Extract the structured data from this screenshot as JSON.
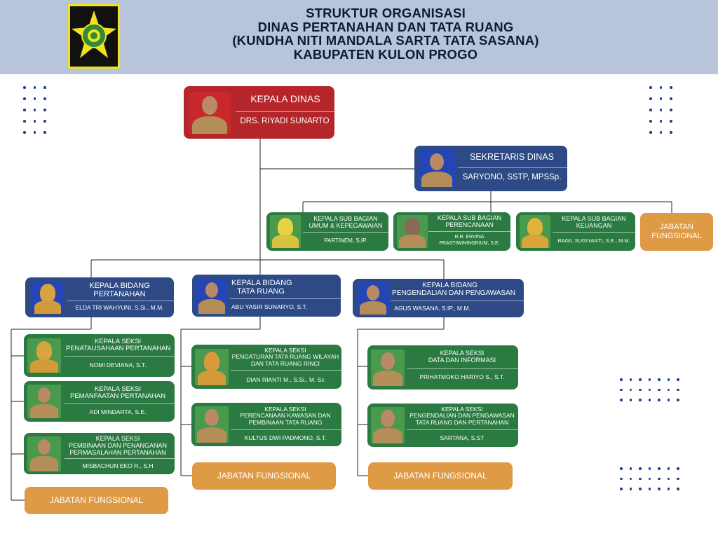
{
  "header": {
    "title_lines": [
      "STRUKTUR ORGANISASI",
      "DINAS PERTANAHAN DAN TATA RUANG",
      "(KUNDHA NITI MANDALA SARTA TATA SASANA)",
      "KABUPATEN KULON PROGO"
    ]
  },
  "kepala_dinas": {
    "title": "KEPALA DINAS",
    "name": "DRS. RIYADI SUNARTO"
  },
  "sekretaris": {
    "title": "SEKRETARIS DINAS",
    "name": "SARYONO, SSTP, MPSSp."
  },
  "subbag": [
    {
      "title": [
        "KEPALA SUB BAGIAN",
        "UMUM & KEPEGAWAIAN"
      ],
      "name": [
        "PARTINEM, S.IP."
      ]
    },
    {
      "title": [
        "KEPALA SUB BAGIAN",
        "PERENCANAAN"
      ],
      "name": [
        "R.R. ERVINA",
        "PRASTIWININGRIUM, S.E."
      ]
    },
    {
      "title": [
        "KEPALA SUB BAGIAN",
        "KEUANGAN"
      ],
      "name": [
        "RAGIL SUGIYANTI, S.E., M.M."
      ]
    }
  ],
  "jabatan_fungsional_sekretariat": [
    "JABATAN",
    "FUNGSIONAL"
  ],
  "bidang": [
    {
      "title": [
        "KEPALA BIDANG",
        "PERTANAHAN"
      ],
      "name": "ELDA TRI WAHYUNI, S.Si., M.M."
    },
    {
      "title": [
        "KEPALA BIDANG",
        "TATA RUANG"
      ],
      "name": "ABU YASIR SUNARYO, S.T."
    },
    {
      "title": [
        "KEPALA BIDANG",
        "PENGENDALIAN DAN PENGAWASAN"
      ],
      "name": "AGUS WASANA, S.IP., M.M."
    }
  ],
  "seksi_pertanahan": [
    {
      "title": [
        "KEPALA SEKSI",
        "PENATAUSAHAAN PERTANAHAN"
      ],
      "name": "NOMI DEVIANA, S.T."
    },
    {
      "title": [
        "KEPALA SEKSI",
        "PEMANFAATAN PERTANAHAN"
      ],
      "name": "ADI MINDARTA, S.E."
    },
    {
      "title": [
        "KEPALA SEKSI",
        "PEMBINAAN DAN PENANGANAN",
        "PERMASALAHAN PERTANAHAN"
      ],
      "name": "MISBACHUN EKO R., S.H"
    }
  ],
  "seksi_tata_ruang": [
    {
      "title": [
        "KEPALA SEKSI",
        "PENGATURAN TATA RUANG WILAYAH",
        "DAN  TATA RUANG RINCI"
      ],
      "name": "DIAN RIANTI M., S.Si., M. Sc"
    },
    {
      "title": [
        "KEPALA SEKSI",
        "PERENCANAAN KAWASAN DAN",
        "PEMBINAAN TATA RUANG"
      ],
      "name": "KULTUS DWI PADMONO, S.T."
    }
  ],
  "seksi_pengendalian": [
    {
      "title": [
        "KEPALA SEKSI",
        "DATA DAN INFORMASI"
      ],
      "name": "PRIHATMOKO HARIYO S., S.T."
    },
    {
      "title": [
        "KEPALA SEKSI",
        "PENGENDALIAN DAN PENGAWASAN",
        "TATA RUANG DAN PERTANAHAN"
      ],
      "name": "SARTANA, S.ST"
    }
  ],
  "jabatan_fungsional": [
    "JABATAN FUNGSIONAL",
    "JABATAN FUNGSIONAL",
    "JABATAN FUNGSIONAL"
  ],
  "colors": {
    "header_bg": "#b7c4da",
    "kepala": "#b5262a",
    "bidang": "#2d4a86",
    "seksi": "#2a7a41",
    "fungsional": "#de9a45"
  }
}
